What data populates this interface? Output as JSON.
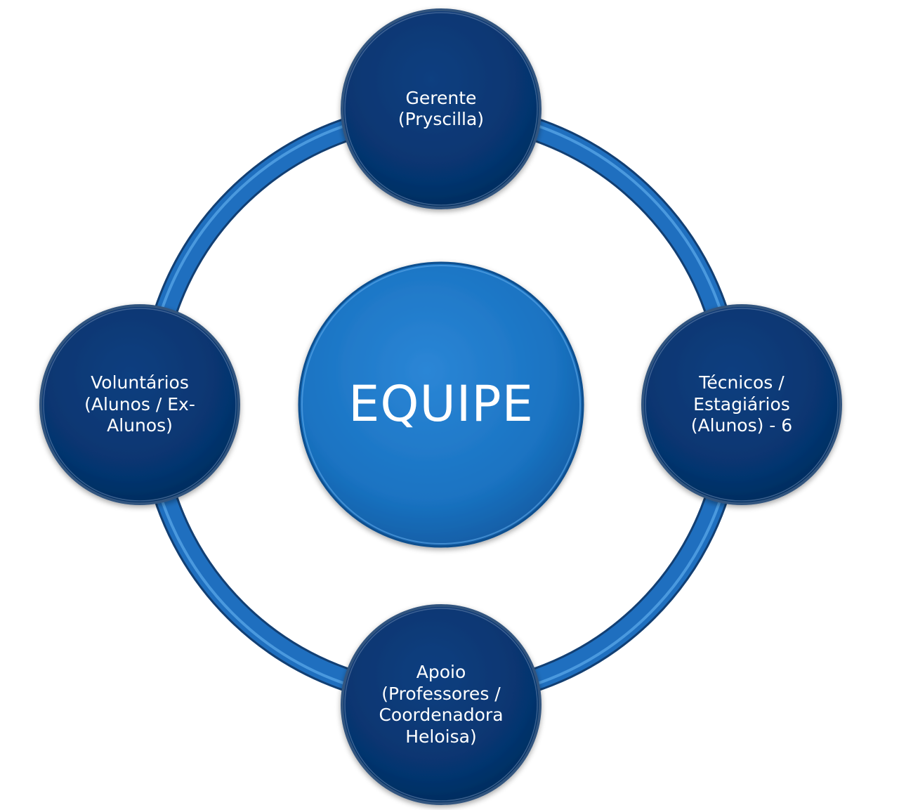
{
  "diagram": {
    "center": {
      "label": "EQUIPE"
    },
    "nodes": [
      {
        "id": "gerente",
        "label": "Gerente\n(Pryscilla)"
      },
      {
        "id": "tecnicos",
        "label": "Técnicos /\nEstagiários\n(Alunos) - 6"
      },
      {
        "id": "apoio",
        "label": "Apoio\n(Professores /\nCoordenadora\nHeloisa)"
      },
      {
        "id": "voluntarios",
        "label": "Voluntários\n(Alunos / Ex-\nAlunos)"
      }
    ]
  },
  "colors": {
    "background": "#ffffff",
    "ring": "#1f6fbf",
    "ring_highlight": "#5aa7e8",
    "center_fill": "#1a73c2",
    "node_fill": "#06346e",
    "node_border": "#2d4f7a",
    "text": "#ffffff"
  }
}
